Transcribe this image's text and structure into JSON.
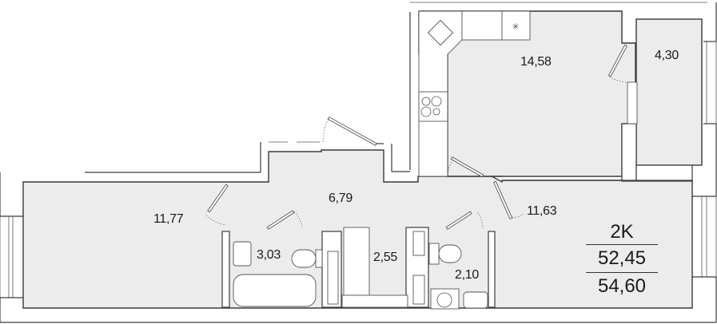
{
  "plan": {
    "apartment_type": "2K",
    "living_area": "52,45",
    "total_area": "54,60",
    "rooms": [
      {
        "id": "kitchen",
        "area": "14,58"
      },
      {
        "id": "balcony",
        "area": "4,30"
      },
      {
        "id": "hallway",
        "area": "6,79"
      },
      {
        "id": "bedroom-left",
        "area": "11,77"
      },
      {
        "id": "bedroom-right",
        "area": "11,63"
      },
      {
        "id": "bathroom",
        "area": "3,03"
      },
      {
        "id": "wardrobe",
        "area": "2,55"
      },
      {
        "id": "toilet",
        "area": "2,10"
      }
    ]
  },
  "colors": {
    "room_fill": "#ececec",
    "wall_stroke": "#3a3a3a",
    "background": "#ffffff"
  }
}
